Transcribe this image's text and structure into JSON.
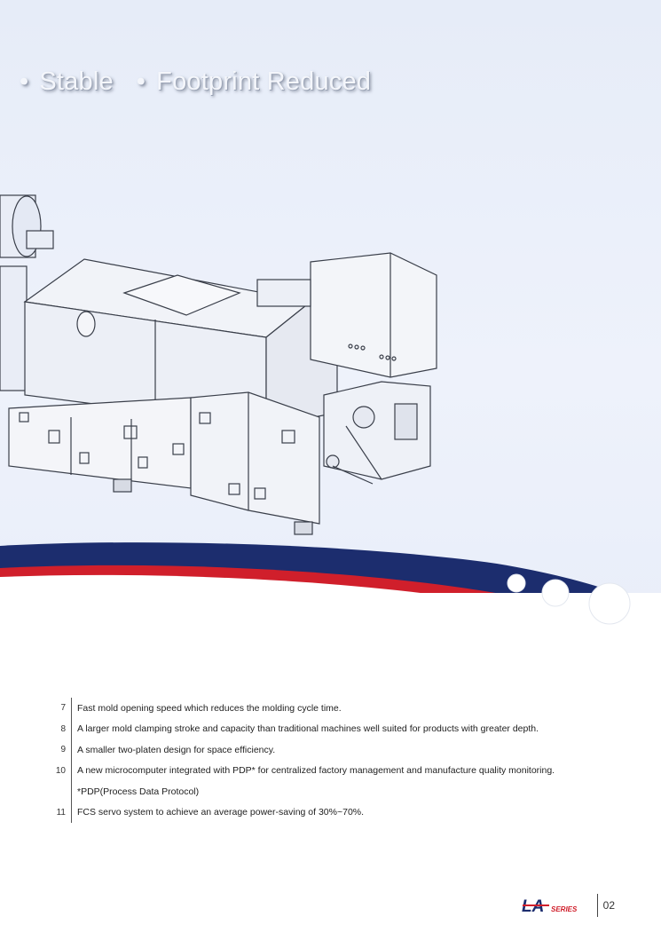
{
  "headline": {
    "items": [
      "Stable",
      "Footprint Reduced"
    ]
  },
  "features": [
    {
      "num": "7",
      "text": "Fast mold opening speed which reduces the molding cycle time."
    },
    {
      "num": "8",
      "text": "A larger mold clamping stroke and capacity than traditional machines well suited for products with greater depth."
    },
    {
      "num": "9",
      "text": "A smaller two-platen design for space efficiency."
    },
    {
      "num": "10",
      "text": "A new microcomputer integrated with PDP* for centralized factory management and manufacture quality monitoring."
    },
    {
      "num": "",
      "text": "*PDP(Process Data Protocol)"
    },
    {
      "num": "11",
      "text": "FCS servo system to achieve an average power-saving of 30%~70%."
    }
  ],
  "footer": {
    "logo_main": "LA",
    "logo_sub": "SERIES",
    "page_number": "02"
  },
  "colors": {
    "navy": "#1c2d6e",
    "red": "#d01f2b",
    "background": "#e8edf8"
  },
  "icons": [
    "bullet-dot",
    "la-series-logo"
  ]
}
